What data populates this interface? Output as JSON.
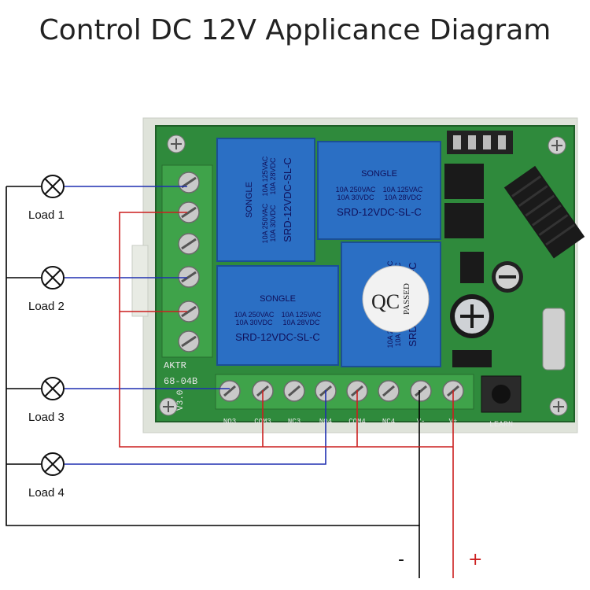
{
  "title": "Control DC 12V Applicance Diagram",
  "loads": [
    "Load 1",
    "Load 2",
    "Load 3",
    "Load 4"
  ],
  "polarity": {
    "minus": "-",
    "plus": "+"
  },
  "board": {
    "brand": "AKTR",
    "model": "68-04B",
    "version": "V3.0",
    "button_label": "LEARN",
    "terminals_bottom": [
      "NO3",
      "COM3",
      "NC3",
      "NO4",
      "COM4",
      "NC4",
      "V-",
      "V+"
    ],
    "relay": {
      "brand": "SONGLE",
      "model": "SRD-12VDC-SL-C",
      "spec_left": [
        "10A 250VAC",
        "10A 30VDC"
      ],
      "spec_right": [
        "10A 125VAC",
        "10A 28VDC"
      ]
    },
    "qc_sticker": {
      "line1": "QC",
      "line2": "PASSED"
    }
  },
  "colors": {
    "board_green": "#2f8a3c",
    "relay_blue": "#2b6fc4",
    "terminal_green": "#3fa34a",
    "wire_black": "#000000",
    "wire_red": "#cc1f1f",
    "wire_blue": "#1f2fb0"
  }
}
